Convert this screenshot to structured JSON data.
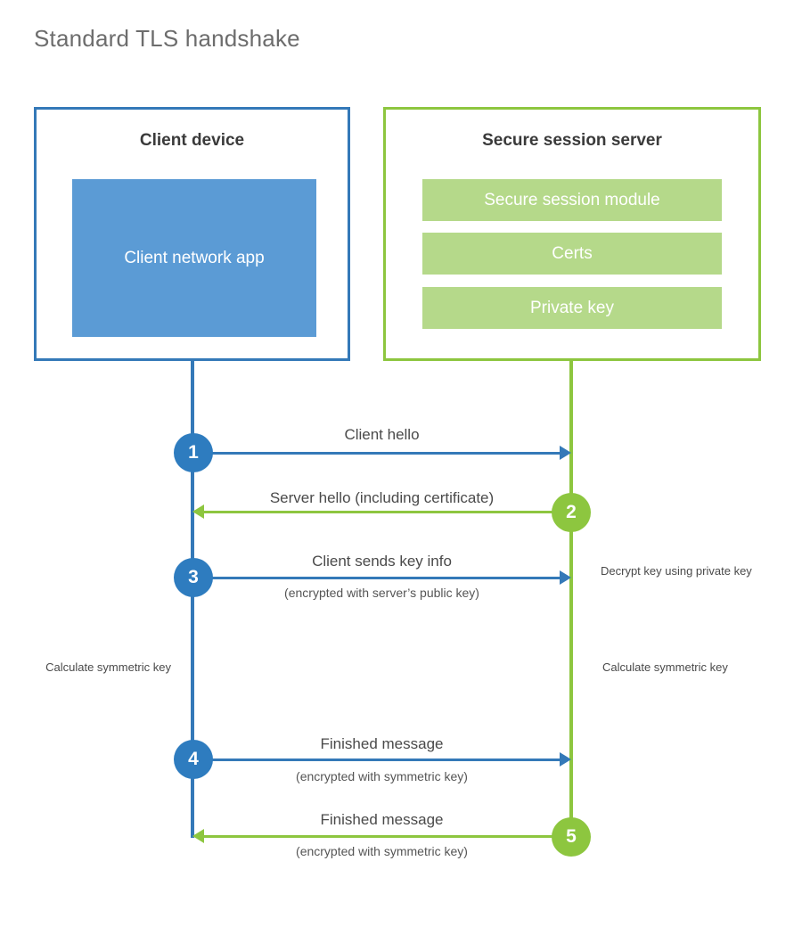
{
  "title": "Standard TLS handshake",
  "colors": {
    "client_border": "#3479b8",
    "client_fill": "#5b9bd5",
    "client_circle": "#2e7cbf",
    "server_border": "#8dc63f",
    "server_fill": "#b5d98a",
    "server_circle": "#8dc63f",
    "title_text": "#6d6d6d",
    "body_text": "#4a4a4a",
    "background": "#ffffff"
  },
  "client": {
    "box_title": "Client device",
    "app_label": "Client network app"
  },
  "server": {
    "box_title": "Secure session server",
    "components": [
      {
        "label": "Secure session module"
      },
      {
        "label": "Certs"
      },
      {
        "label": "Private key"
      }
    ]
  },
  "steps": [
    {
      "number": "1",
      "direction": "client-to-server",
      "label": "Client hello",
      "sublabel": ""
    },
    {
      "number": "2",
      "direction": "server-to-client",
      "label": "Server hello (including certificate)",
      "sublabel": ""
    },
    {
      "number": "3",
      "direction": "client-to-server",
      "label": "Client sends key info",
      "sublabel": "(encrypted with server’s public key)"
    },
    {
      "number": "4",
      "direction": "client-to-server",
      "label": "Finished message",
      "sublabel": "(encrypted with symmetric key)"
    },
    {
      "number": "5",
      "direction": "server-to-client",
      "label": "Finished message",
      "sublabel": "(encrypted with symmetric key)"
    }
  ],
  "notes": {
    "decrypt_key": "Decrypt key using private key",
    "client_calculate": "Calculate symmetric key",
    "server_calculate": "Calculate symmetric key"
  }
}
